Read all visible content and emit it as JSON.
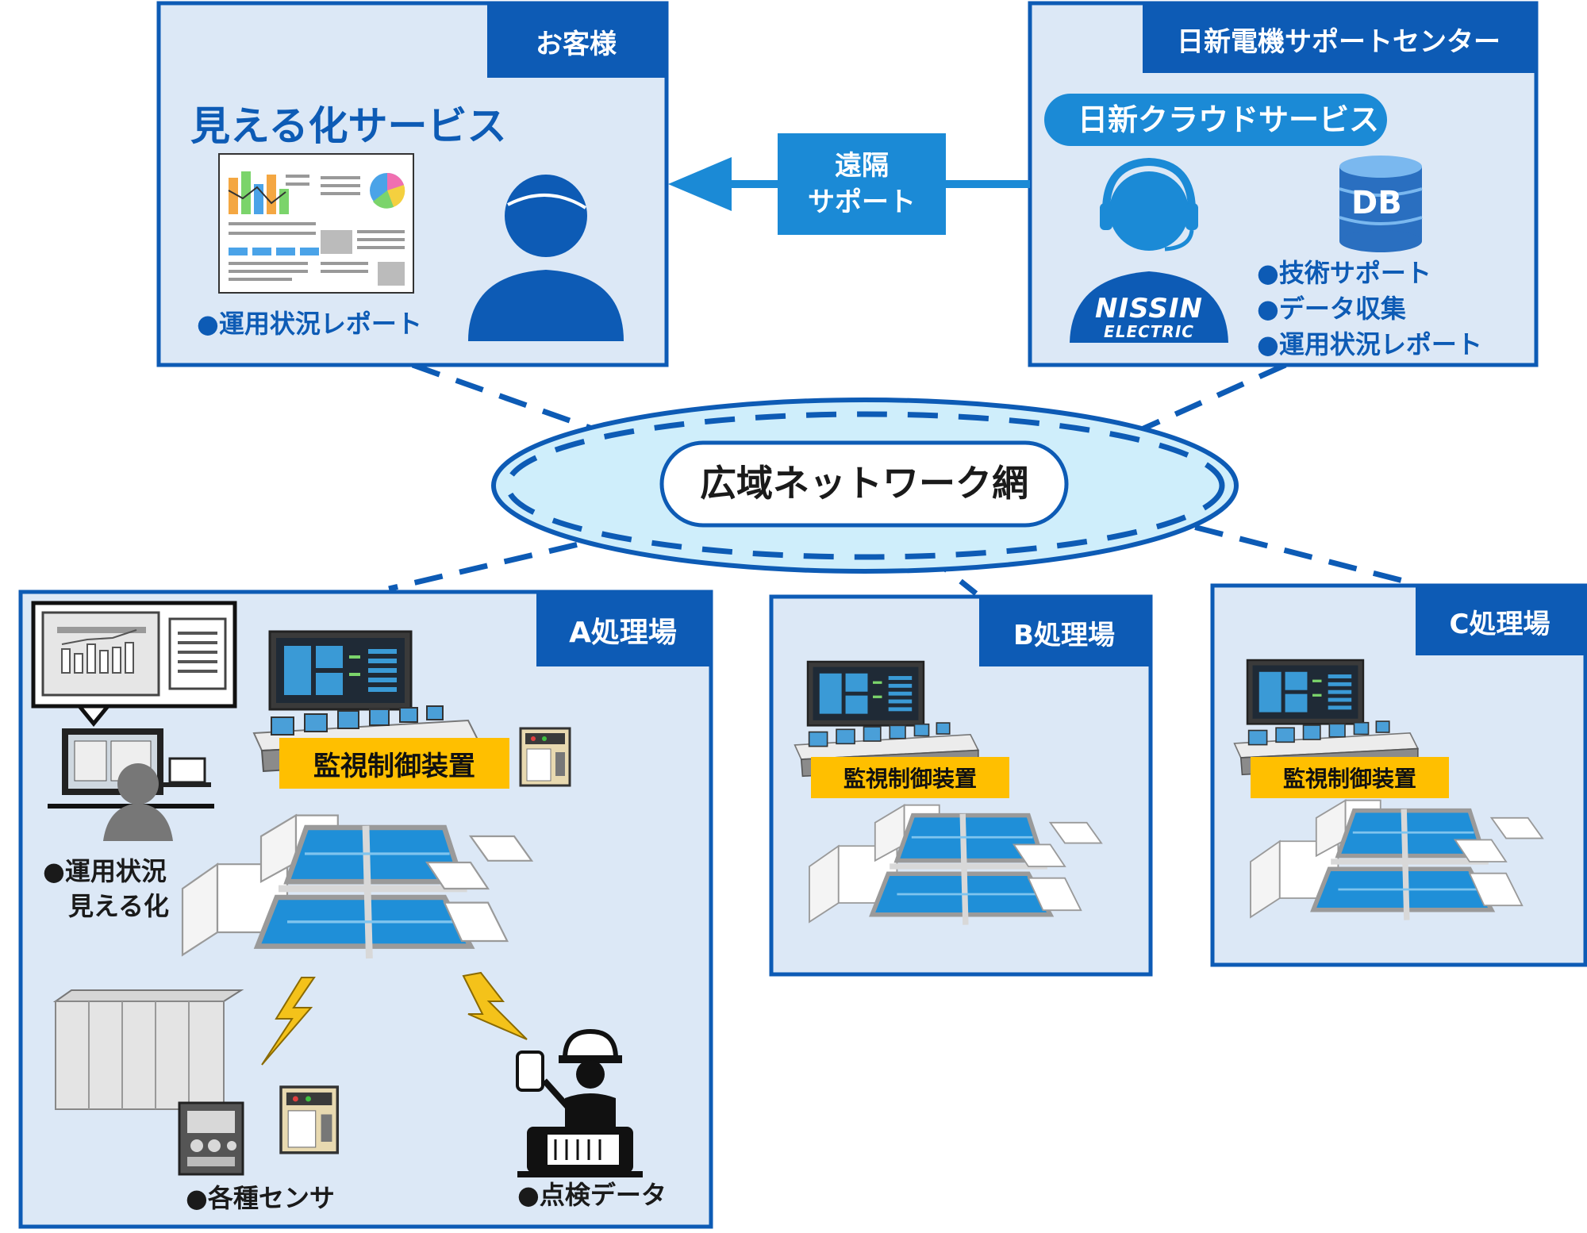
{
  "customer": {
    "title": "お客様",
    "service": "見える化サービス",
    "report_bullet": "●運用状況レポート"
  },
  "support_center": {
    "title": "日新電機サポートセンター",
    "cloud_service": "日新クラウドサービス",
    "db_label": "DB",
    "logo_line1": "NISSIN",
    "logo_line2": "ELECTRIC",
    "bullets": [
      "●技術サポート",
      "●データ収集",
      "●運用状況レポート"
    ]
  },
  "remote_support": {
    "line1": "遠隔",
    "line2": "サポート"
  },
  "network": {
    "label": "広域ネットワーク網"
  },
  "plant_a": {
    "title": "A処理場",
    "control_label": "監視制御装置",
    "visual_bullet_line1": "●運用状況",
    "visual_bullet_line2": "見える化",
    "sensor_bullet": "●各種センサ",
    "inspection_bullet": "●点検データ"
  },
  "plant_b": {
    "title": "B処理場",
    "control_label": "監視制御装置"
  },
  "plant_c": {
    "title": "C処理場",
    "control_label": "監視制御装置"
  },
  "colors": {
    "accent_blue": "#0d5bb5",
    "panel_fill": "#dce8f6",
    "arrow_blue": "#1b8ad6",
    "label_yellow": "#ffbf00"
  }
}
